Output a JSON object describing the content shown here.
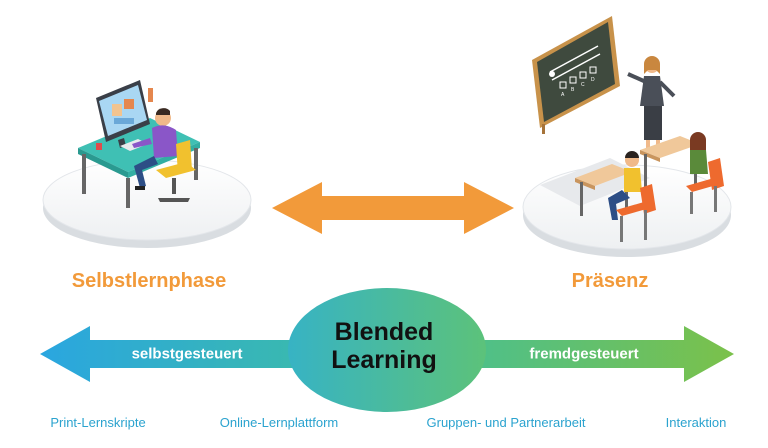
{
  "phases": {
    "left_label": "Selbstlernphase",
    "right_label": "Präsenz"
  },
  "spectrum": {
    "left_text": "selbstgesteuert",
    "right_text": "fremdgesteuert",
    "center_line1": "Blended",
    "center_line2": "Learning"
  },
  "bottom_items": [
    "Print-Lernskripte",
    "Online-Lernplattform",
    "Gruppen- und Partnerarbeit",
    "Interaktion"
  ],
  "chalkboard_letters": [
    "A",
    "B",
    "C",
    "D"
  ],
  "colors": {
    "orange": "#f29a3a",
    "blue_start": "#2aa6e0",
    "green_end": "#7bc14a",
    "teal_center": "#3fbf9f",
    "bottom_text": "#2ba3cf"
  }
}
